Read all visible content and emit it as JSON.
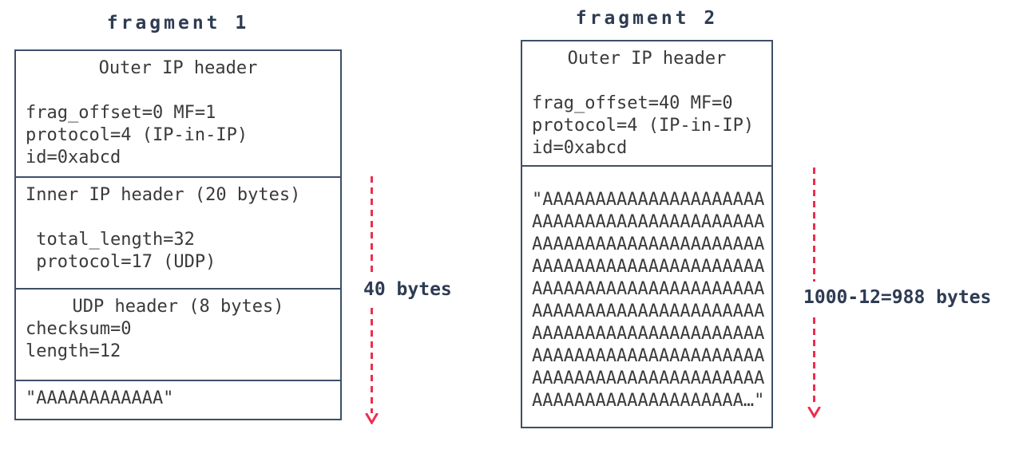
{
  "colors": {
    "border": "#3e4f66",
    "title_text": "#2e3b52",
    "body_text": "#3a3a3a",
    "arrow": "#ee2d4e",
    "background": "#ffffff"
  },
  "fragment1": {
    "title": "fragment 1",
    "outer_header": {
      "heading": "Outer IP header",
      "fields": [
        "frag_offset=0 MF=1",
        "protocol=4 (IP-in-IP)",
        "id=0xabcd"
      ]
    },
    "inner_header": {
      "heading": "Inner IP header (20 bytes)",
      "fields": [
        " total_length=32",
        " protocol=17 (UDP)"
      ]
    },
    "udp_header": {
      "heading": "UDP header (8 bytes)",
      "fields": [
        "checksum=0",
        "length=12"
      ]
    },
    "payload": "\"AAAAAAAAAAAA\"",
    "size_label": "40 bytes"
  },
  "fragment2": {
    "title": "fragment 2",
    "outer_header": {
      "heading": "Outer IP header",
      "fields": [
        "frag_offset=40 MF=0",
        "protocol=4 (IP-in-IP)",
        "id=0xabcd"
      ]
    },
    "payload_lines": [
      "\"AAAAAAAAAAAAAAAAAAAAA",
      "AAAAAAAAAAAAAAAAAAAAAA",
      "AAAAAAAAAAAAAAAAAAAAAA",
      "AAAAAAAAAAAAAAAAAAAAAA",
      "AAAAAAAAAAAAAAAAAAAAAA",
      "AAAAAAAAAAAAAAAAAAAAAA",
      "AAAAAAAAAAAAAAAAAAAAAA",
      "AAAAAAAAAAAAAAAAAAAAAA",
      "AAAAAAAAAAAAAAAAAAAAAA",
      "AAAAAAAAAAAAAAAAAAAA…\""
    ],
    "size_label": "1000-12=988 bytes"
  }
}
